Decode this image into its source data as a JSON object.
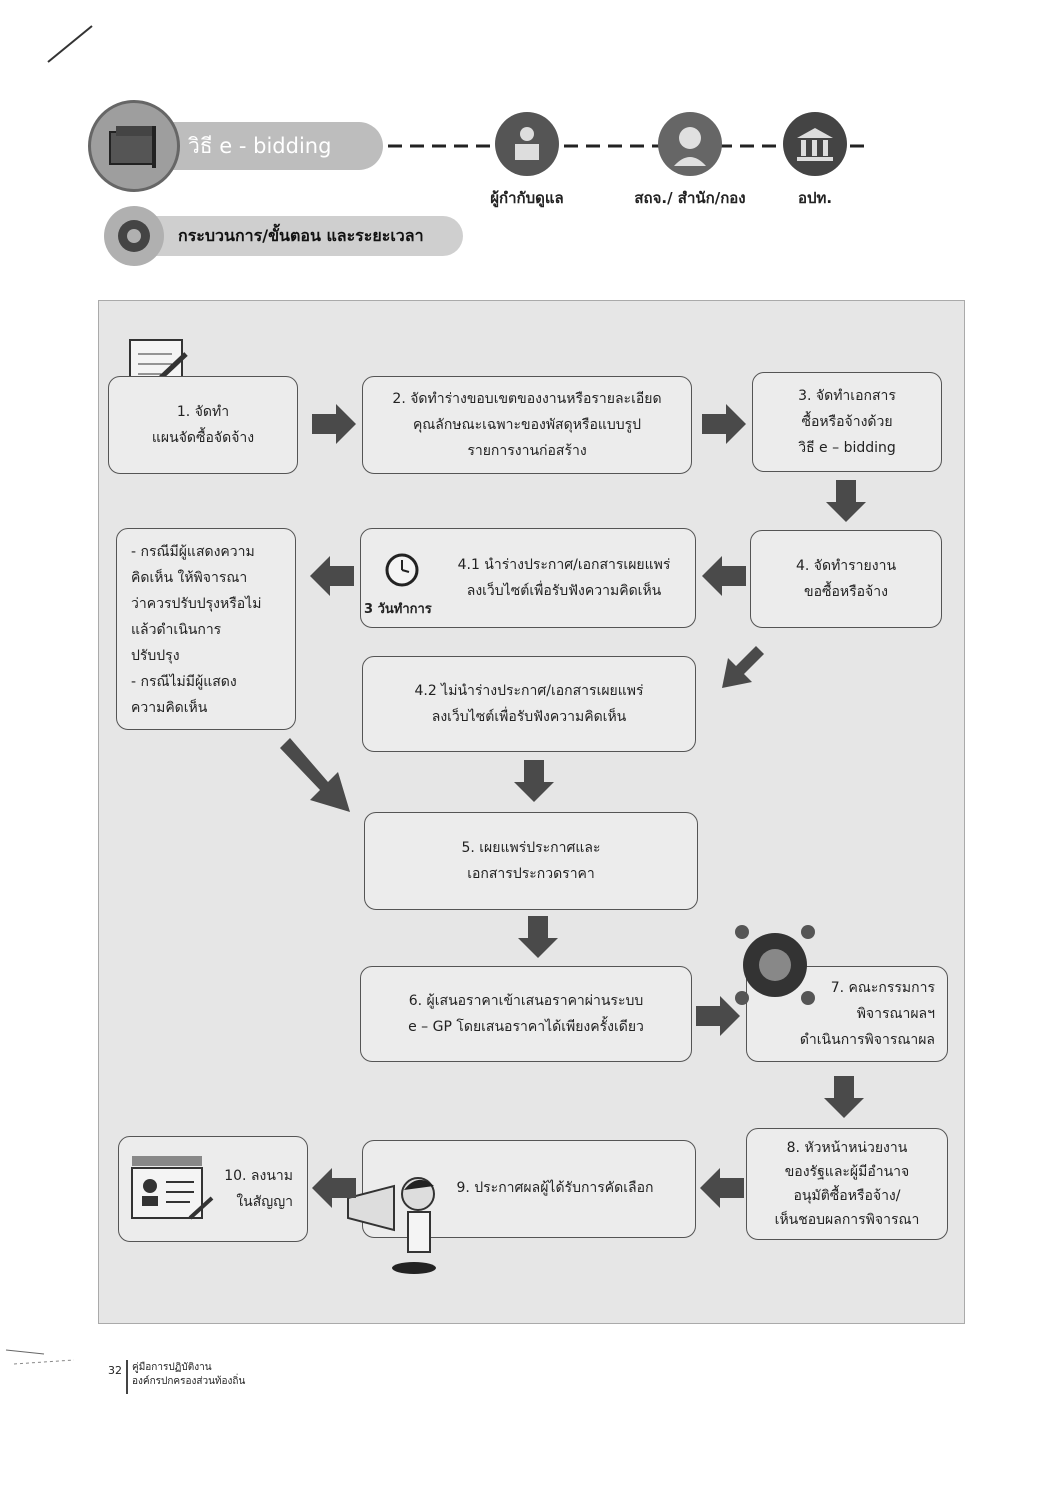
{
  "header": {
    "method_label": "วิธี e - bidding",
    "section_label": "กระบวนการ/ขั้นตอน และระยะเวลา",
    "roles": [
      {
        "label": "ผู้กำกับดูแล",
        "icon": "podium-person-icon"
      },
      {
        "label": "สถจ./ สำนัก/กอง",
        "icon": "person-portrait-icon"
      },
      {
        "label": "อปท.",
        "icon": "building-columns-icon"
      }
    ]
  },
  "steps": {
    "s1": [
      "1. จัดทำ",
      "แผนจัดซื้อจัดจ้าง"
    ],
    "s2": [
      "2. จัดทำร่างขอบเขตของงานหรือรายละเอียด",
      "คุณลักษณะเฉพาะของพัสดุหรือแบบรูป",
      "รายการงานก่อสร้าง"
    ],
    "s3": [
      "3. จัดทำเอกสาร",
      "ซื้อหรือจ้างด้วย",
      "วิธี e – bidding"
    ],
    "s4": [
      "4. จัดทำรายงาน",
      "ขอซื้อหรือจ้าง"
    ],
    "s41": [
      "4.1 นำร่างประกาศ/เอกสารเผยแพร่",
      "ลงเว็บไซต์เพื่อรับฟังความคิดเห็น"
    ],
    "s41_time": "3 วันทำการ",
    "note": [
      "- กรณีมีผู้แสดงความ",
      "คิดเห็น ให้พิจารณา",
      "ว่าควรปรับปรุงหรือไม่",
      "แล้วดำเนินการ",
      "ปรับปรุง",
      "- กรณีไม่มีผู้แสดง",
      "ความคิดเห็น"
    ],
    "s42": [
      "4.2 ไม่นำร่างประกาศ/เอกสารเผยแพร่",
      "ลงเว็บไซต์เพื่อรับฟังความคิดเห็น"
    ],
    "s5": [
      "5. เผยแพร่ประกาศและ",
      "เอกสารประกวดราคา"
    ],
    "s6": [
      "6. ผู้เสนอราคาเข้าเสนอราคาผ่านระบบ",
      "e – GP โดยเสนอราคาได้เพียงครั้งเดียว"
    ],
    "s7": [
      "7. คณะกรรมการ",
      "พิจารณาผลฯ",
      "ดำเนินการพิจารณาผล"
    ],
    "s8": [
      "8. หัวหน้าหน่วยงาน",
      "ของรัฐและผู้มีอำนาจ",
      "อนุมัติซื้อหรือจ้าง/",
      "เห็นชอบผลการพิจารณา"
    ],
    "s9": [
      "9. ประกาศผลผู้ได้รับการคัดเลือก"
    ],
    "s10": [
      "10. ลงนาม",
      "ในสัญญา"
    ]
  },
  "footer": {
    "page_number": "32",
    "line1": "คู่มือการปฏิบัติงาน",
    "line2": "องค์กรปกครองส่วนท้องถิ่น"
  }
}
